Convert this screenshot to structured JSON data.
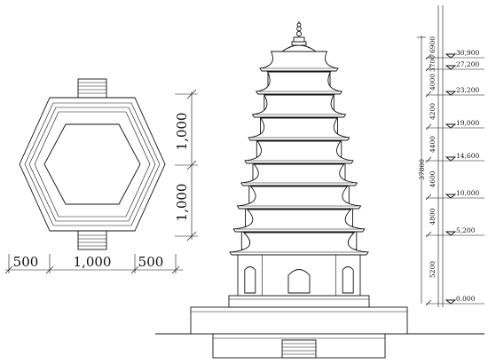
{
  "plan": {
    "dims": {
      "vertical": [
        "1,000",
        "1,000"
      ],
      "horizontal": [
        "500",
        "1,000",
        "500"
      ]
    }
  },
  "elevation": {
    "tiers": 9,
    "levels": [
      "30,900",
      "27,200",
      "23,200",
      "19,000",
      "14,600",
      "10,000",
      "5,200",
      "0.000"
    ],
    "segments": [
      "6900",
      "3700",
      "4000",
      "4200",
      "4400",
      "4600",
      "4800",
      "5200"
    ],
    "total": "37800"
  },
  "colors": {
    "line": "#111111",
    "paper": "#ffffff"
  }
}
